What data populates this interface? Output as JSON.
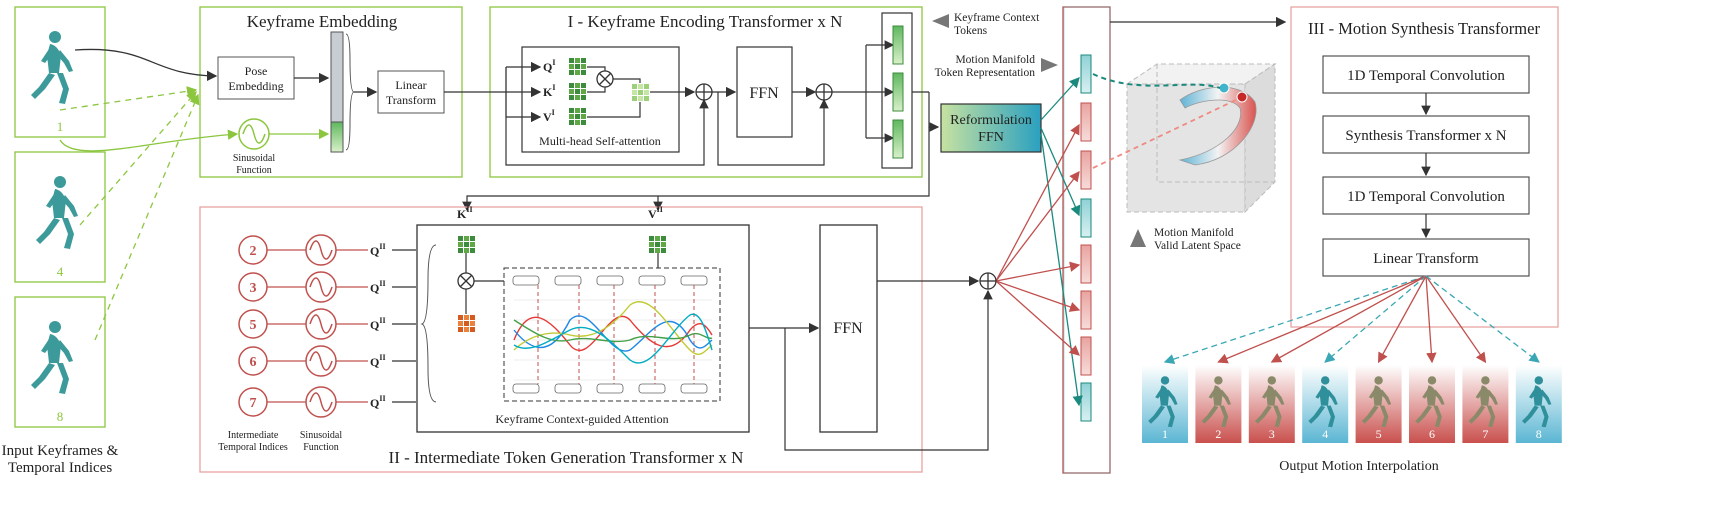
{
  "input": {
    "frames": [
      "1",
      "4",
      "8"
    ],
    "caption_line1": "Input Keyframes &",
    "caption_line2": "Temporal Indices"
  },
  "embedding": {
    "title": "Keyframe Embedding",
    "pose_line1": "Pose",
    "pose_line2": "Embedding",
    "linear_line1": "Linear",
    "linear_line2": "Transform",
    "sin_line1": "Sinusoidal",
    "sin_line2": "Function"
  },
  "encoder": {
    "title": "I - Keyframe Encoding Transformer x N",
    "q": "Q",
    "k": "K",
    "v": "V",
    "sup": "I",
    "attention_label": "Multi-head Self-attention",
    "ffn": "FFN"
  },
  "reform": {
    "line1": "Reformulation",
    "line2": "FFN"
  },
  "tokens_legend": {
    "context_line1": "Keyframe Context",
    "context_line2": "Tokens",
    "manifold_line1": "Motion Manifold",
    "manifold_line2": "Token Representation",
    "latent_line1": "Motion Manifold",
    "latent_line2": "Valid Latent Space"
  },
  "generator": {
    "title": "II - Intermediate Token Generation Transformer x N",
    "indices": [
      "2",
      "3",
      "5",
      "6",
      "7"
    ],
    "q": "Q",
    "k": "K",
    "v": "V",
    "sup": "II",
    "attention_label": "Keyframe Context-guided Attention",
    "ffn": "FFN",
    "caption_indices_1": "Intermediate",
    "caption_indices_2": "Temporal Indices",
    "caption_sin_1": "Sinusoidal",
    "caption_sin_2": "Function"
  },
  "synthesis": {
    "title": "III - Motion Synthesis Transformer",
    "steps": [
      "1D Temporal Convolution",
      "Synthesis Transformer x N",
      "1D Temporal Convolution",
      "Linear Transform"
    ]
  },
  "output": {
    "frames": [
      "1",
      "2",
      "3",
      "4",
      "5",
      "6",
      "7",
      "8"
    ],
    "frame_kinds": [
      "key",
      "gen",
      "gen",
      "key",
      "gen",
      "gen",
      "gen",
      "key"
    ],
    "caption": "Output Motion Interpolation"
  },
  "colors": {
    "green": "#8cc63f",
    "dark_green": "#3d8b3d",
    "red": "#c0504d",
    "teal": "#3aa7b5",
    "dark": "#333333"
  }
}
